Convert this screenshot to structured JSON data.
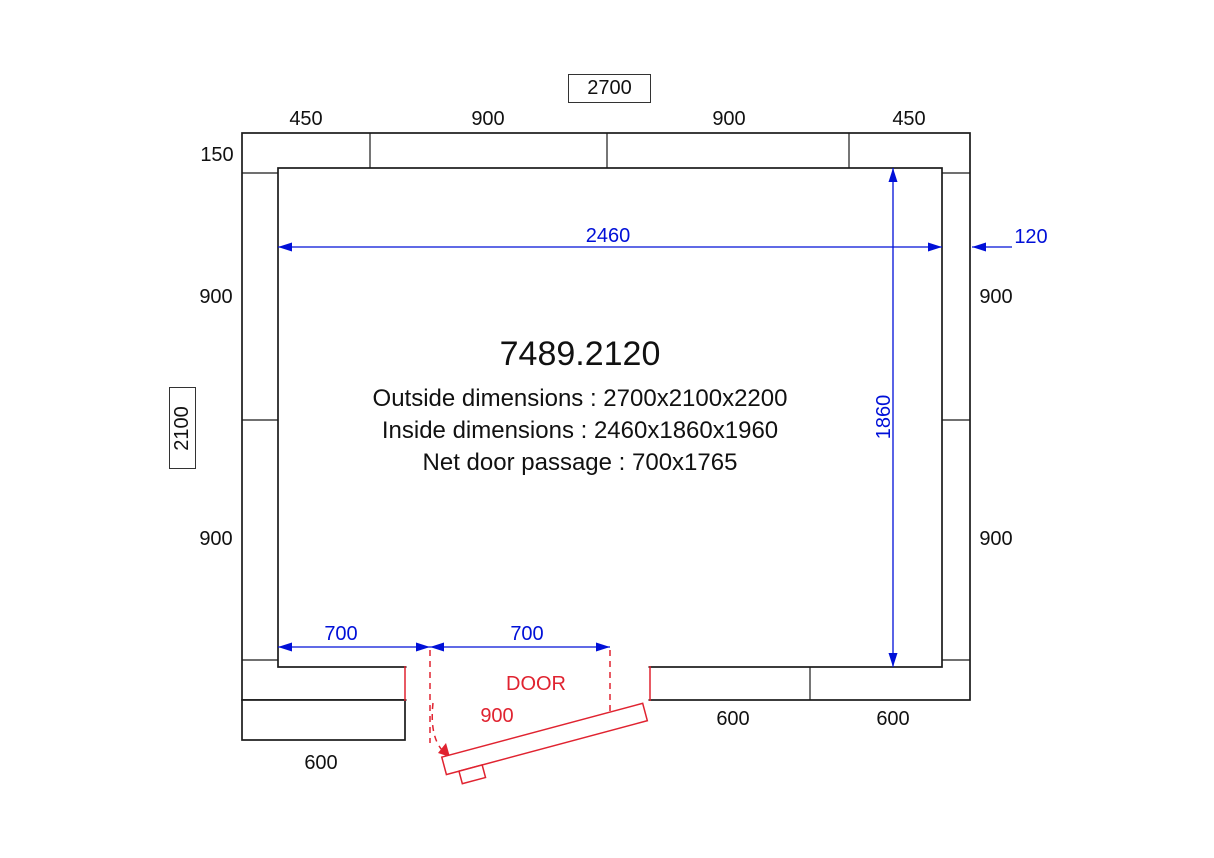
{
  "title_block": {
    "model": "7489.2120",
    "outside_dimensions": "Outside dimensions : 2700x2100x2200",
    "inside_dimensions": "Inside dimensions :  2460x1860x1960",
    "net_door_passage": "Net door passage : 700x1765"
  },
  "boxed_dims": {
    "overall_width": "2700",
    "overall_depth": "2100"
  },
  "top_dims": [
    "450",
    "900",
    "900",
    "450"
  ],
  "left_dims": [
    "150",
    "900",
    "900"
  ],
  "right_dims": [
    "900",
    "900"
  ],
  "bottom_dims": [
    "600",
    "600"
  ],
  "bottom_left_dim": "600",
  "inside_dims": {
    "width": "2460",
    "depth": "1860",
    "wall_thickness": "120",
    "door_offset": "700",
    "door_passage": "700"
  },
  "door": {
    "label": "DOOR",
    "width": "900"
  },
  "colors": {
    "line": "#1a1a1a",
    "dimension_blue": "#0010d8",
    "door_red": "#e02330"
  }
}
